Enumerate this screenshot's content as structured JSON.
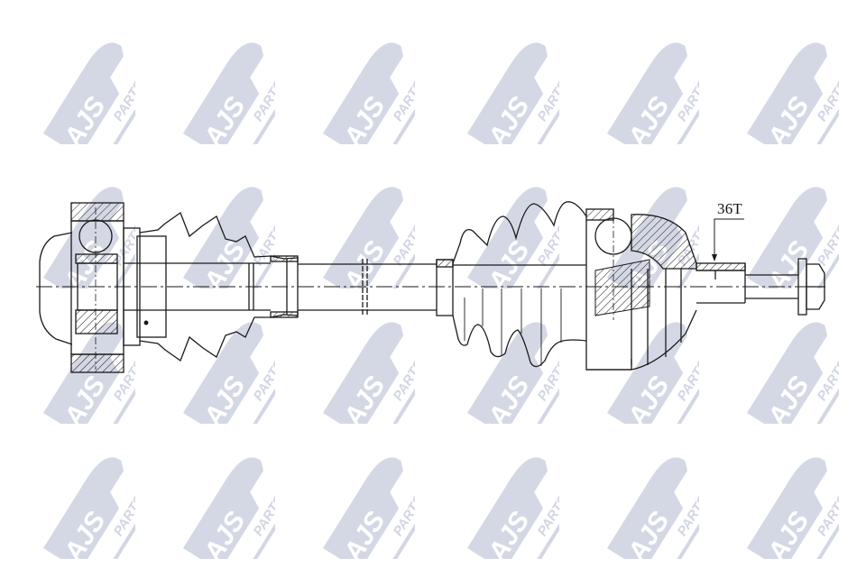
{
  "figure": {
    "type": "technical-drawing",
    "subject": "drive shaft (CV axle) cross-section",
    "background_color": "#ffffff",
    "line_color": "#1a1a1a"
  },
  "watermark": {
    "brand_big": "AJS",
    "brand_small": "PARTS",
    "color": "#d2d6e4",
    "columns_x": [
      40,
      195,
      350,
      510,
      665,
      820
    ],
    "rows_y": [
      30,
      190,
      340,
      490
    ]
  },
  "annotations": {
    "spline_teeth": "36T"
  },
  "parts": {
    "inner_joint": "tripod/inner CV joint (left)",
    "inner_boot": "inner boot with clamps",
    "shaft": "intermediate shaft",
    "outer_boot": "outer bellows boot",
    "outer_joint": "outer CV joint (right)",
    "stub": "splined stub axle",
    "nut": "hex flange nut"
  }
}
